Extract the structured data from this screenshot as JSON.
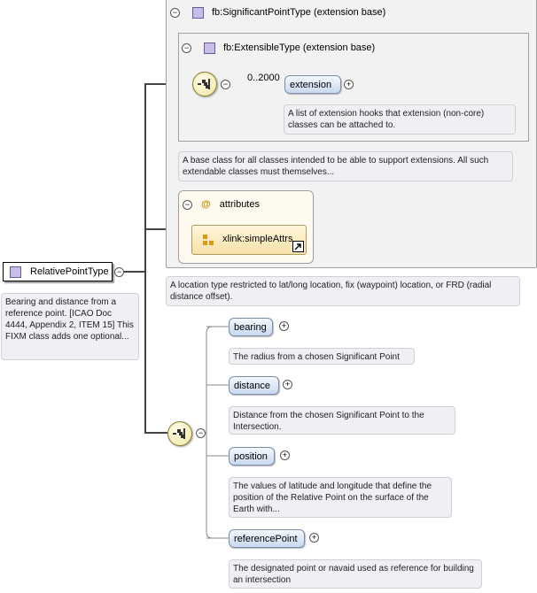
{
  "root": {
    "name": "RelativePointType",
    "annotation": "Bearing and distance from a reference point. [ICAO Doc 4444, Appendix 2, ITEM 15] This FIXM class adds one optional..."
  },
  "base_outer": {
    "label": "fb:SignificantPointType (extension base)",
    "annotation": "A base class for all classes intended to be able to support extensions. All such extendable classes must themselves..."
  },
  "base_inner": {
    "label": "fb:ExtensibleType (extension base)"
  },
  "extension": {
    "occurs": "0..2000",
    "name": "extension",
    "annotation": "A list of extension hooks that extension (non-core) classes can be attached to."
  },
  "attributes": {
    "label": "attributes",
    "ref": "xlink:simpleAttrs"
  },
  "outer_annotation": "A location type restricted to lat/long location, fix (waypoint) location, or FRD (radial distance offset).",
  "elements": [
    {
      "name": "bearing",
      "annotation": "The radius from a chosen Significant Point"
    },
    {
      "name": "distance",
      "annotation": "Distance from the chosen Significant Point to the Intersection."
    },
    {
      "name": "position",
      "annotation": "The values of latitude and longitude that define the position of the Relative Point on the surface of the Earth with..."
    },
    {
      "name": "referencePoint",
      "annotation": "The designated point or navaid used as reference for building an intersection"
    }
  ],
  "symbols": {
    "minus": "−",
    "plus": "+",
    "at": "@"
  }
}
